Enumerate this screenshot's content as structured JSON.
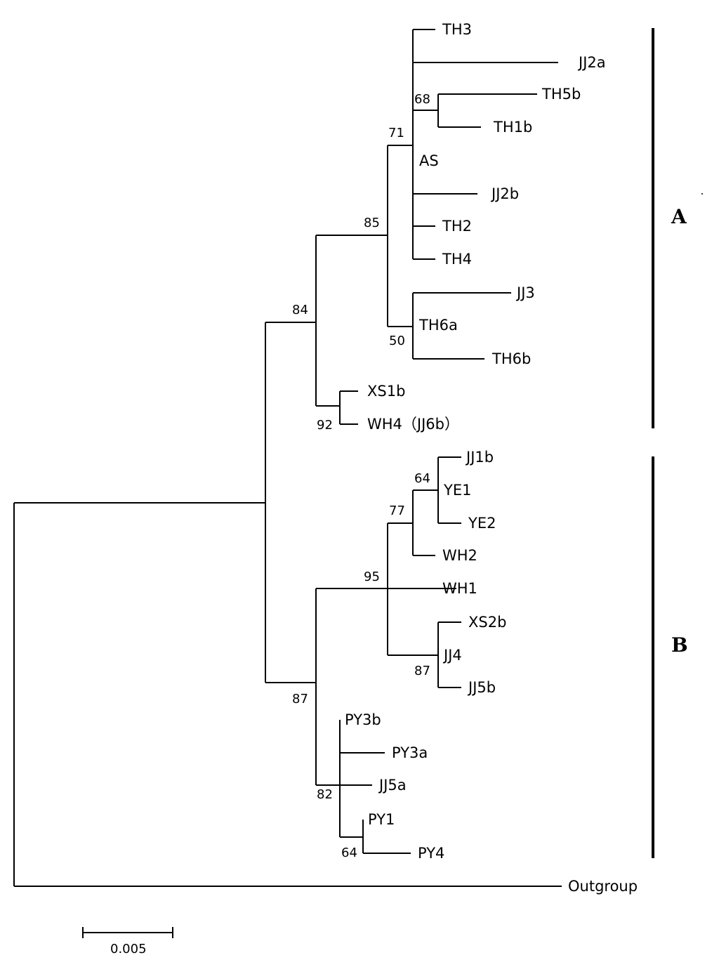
{
  "tree": {
    "tips": [
      "TH3",
      "JJ2a",
      "TH5b",
      "TH1b",
      "AS",
      "JJ2b",
      "TH2",
      "TH4",
      "JJ3",
      "TH6a",
      "TH6b",
      "XS1b",
      "WH4（JJ6b）",
      "JJ1b",
      "YE1",
      "YE2",
      "WH2",
      "WH1",
      "XS2b",
      "JJ4",
      "JJ5b",
      "PY3b",
      "PY3a",
      "JJ5a",
      "PY1",
      "PY4",
      "Outgroup"
    ],
    "support": [
      "68",
      "71",
      "85",
      "50",
      "84",
      "92",
      "64",
      "77",
      "95",
      "87",
      "87",
      "82",
      "64"
    ],
    "clades": [
      "A",
      "B"
    ],
    "scale_bar_label": "0.005"
  }
}
